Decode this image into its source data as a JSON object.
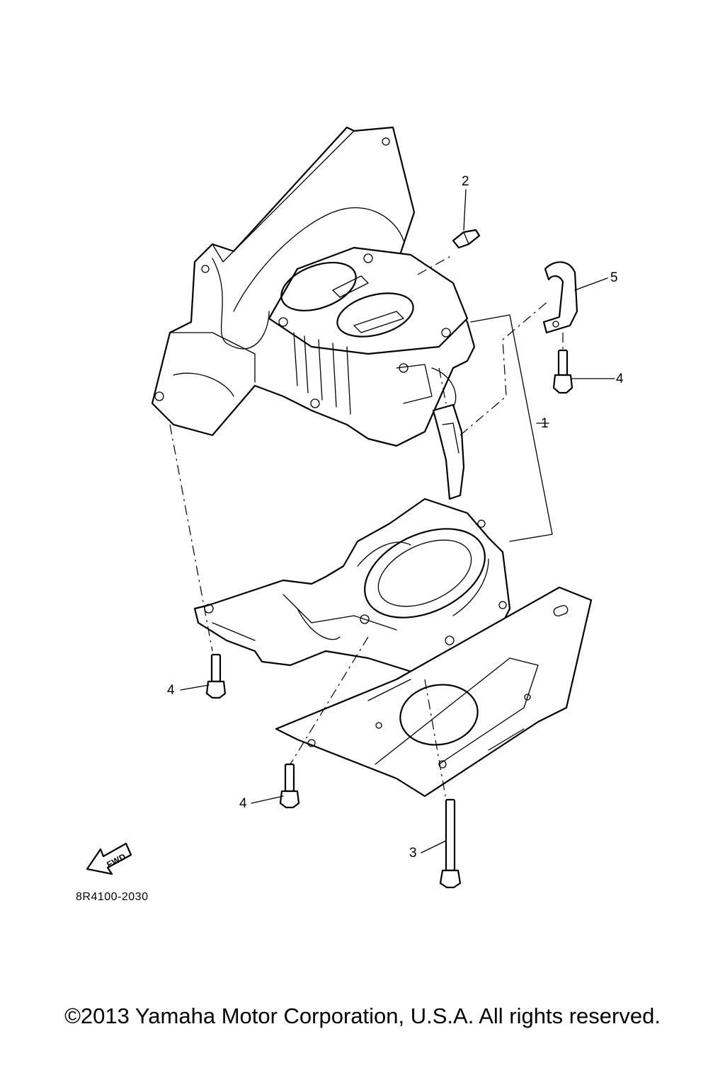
{
  "callouts": [
    {
      "id": "1",
      "label": "1"
    },
    {
      "id": "2",
      "label": "2"
    },
    {
      "id": "3",
      "label": "3"
    },
    {
      "id": "4a",
      "label": "4"
    },
    {
      "id": "4b",
      "label": "4"
    },
    {
      "id": "4c",
      "label": "4"
    },
    {
      "id": "5",
      "label": "5"
    }
  ],
  "fwd_label": "FWD",
  "diagram_code": "8R4100-2030",
  "copyright": "©2013 Yamaha Motor Corporation, U.S.A. All rights reserved."
}
